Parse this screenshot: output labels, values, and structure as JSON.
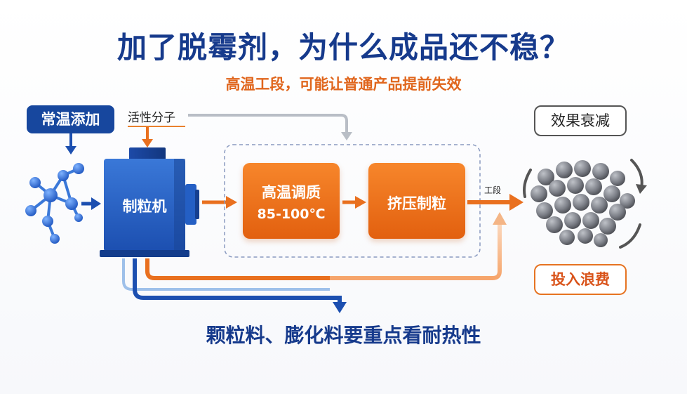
{
  "title": "加了脱霉剂，为什么成品还不稳？",
  "subtitle": "高温工段，可能让普通产品提前失效",
  "tag_add": "常温添加",
  "molecule_label": "活性分子",
  "machine_label": "制粒机",
  "step1": {
    "line1": "高温调质",
    "line2": "85-100℃"
  },
  "step2": {
    "line1": "挤压制粒"
  },
  "stage_label": "工段",
  "effect_tag": "效果衰减",
  "waste_tag": "投入浪费",
  "bottom_text": "颗粒料、膨化料要重点看耐热性",
  "colors": {
    "blue": "#17479e",
    "orange": "#e9701f",
    "navy_text": "#163a8c"
  }
}
